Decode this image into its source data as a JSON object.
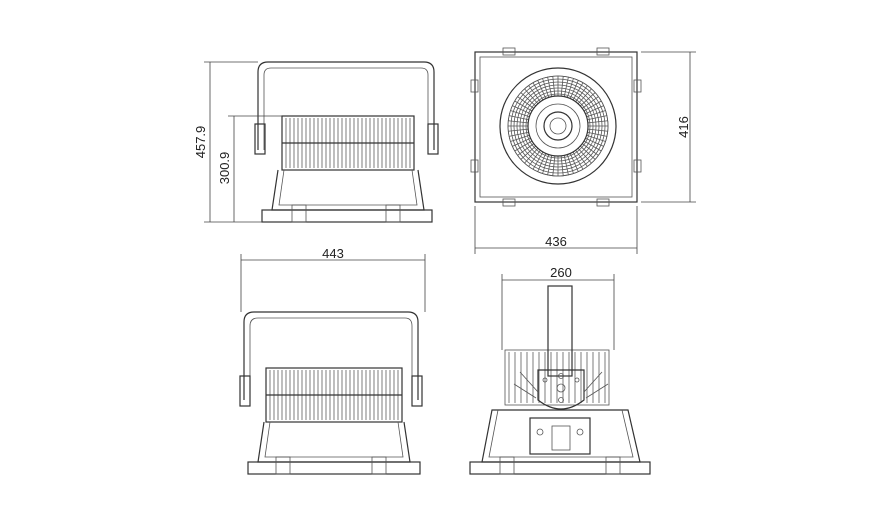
{
  "dimensions": {
    "side_height_total": "457.9",
    "side_height_body": "300.9",
    "front_width": "436",
    "front_height": "416",
    "rear_width": "443",
    "bracket_width": "260"
  }
}
